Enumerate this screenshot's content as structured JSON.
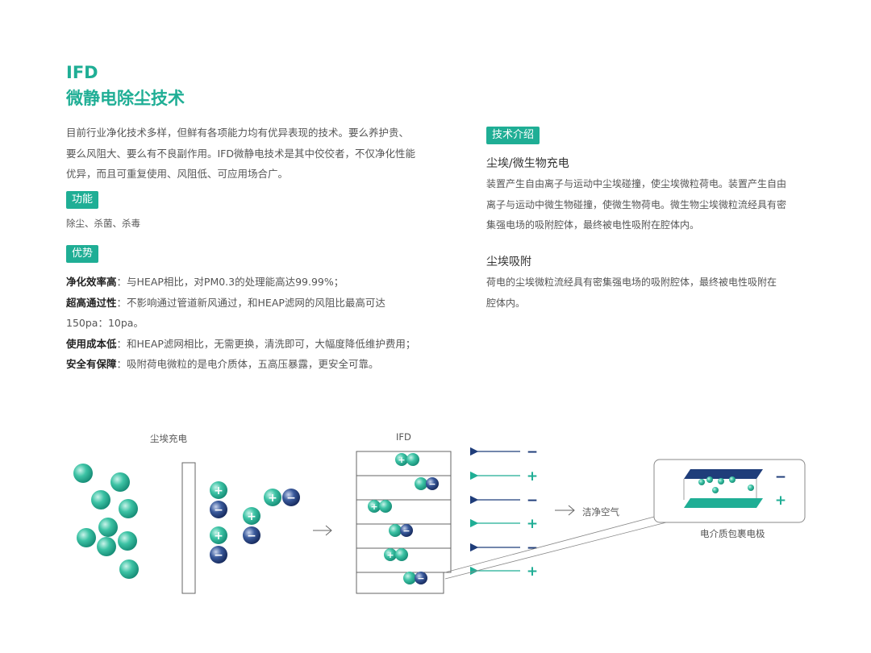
{
  "header": {
    "ifd": "IFD",
    "title": "微静电除尘技术"
  },
  "intro": {
    "line1": "目前行业净化技术多样，但鲜有各项能力均有优异表现的技术。要么养护贵、",
    "line2": "要么风阻大、要么有不良副作用。IFD微静电技术是其中佼佼者，不仅净化性能",
    "line3": "优异，而且可重复使用、风阻低、可应用场合广。"
  },
  "function": {
    "label": "功能",
    "text": "除尘、杀菌、杀毒"
  },
  "advantage": {
    "label": "优势",
    "items": [
      {
        "key": "净化效率高",
        "text": "：与HEAP相比，对PM0.3的处理能高达99.99%；"
      },
      {
        "key": "超高通过性",
        "text": "：不影响通过管道新风通过，和HEAP滤网的风阻比最高可达",
        "text2": "150pa：10pa。"
      },
      {
        "key": "使用成本低",
        "text": "：和HEAP滤网相比，无需更换，清洗即可，大幅度降低维护费用；"
      },
      {
        "key": "安全有保障",
        "text": "：吸附荷电微粒的是电介质体，五高压暴露，更安全可靠。"
      }
    ]
  },
  "tech": {
    "label": "技术介绍",
    "s1": {
      "title": "尘埃/微生物充电",
      "line1": "装置产生自由离子与运动中尘埃碰撞，使尘埃微粒荷电。装置产生自由",
      "line2": "离子与运动中微生物碰撞，使微生物荷电。微生物尘埃微粒流经具有密",
      "line3": "集强电场的吸附腔体，最终被电性吸附在腔体内。"
    },
    "s2": {
      "title": "尘埃吸附",
      "line1": "荷电的尘埃微粒流经具有密集强电场的吸附腔体，最终被电性吸附在",
      "line2": "腔体内。"
    }
  },
  "diagram": {
    "charge_label": "尘埃充电",
    "ifd_label": "IFD",
    "clean_air": "洁净空气",
    "electrode_label": "电介质包裹电极",
    "plus": "+",
    "minus": "−",
    "arrow_signs": [
      "−",
      "+",
      "−",
      "+",
      "−",
      "+"
    ],
    "colors": {
      "teal": "#1fae95",
      "navy": "#1f3d7a"
    }
  }
}
